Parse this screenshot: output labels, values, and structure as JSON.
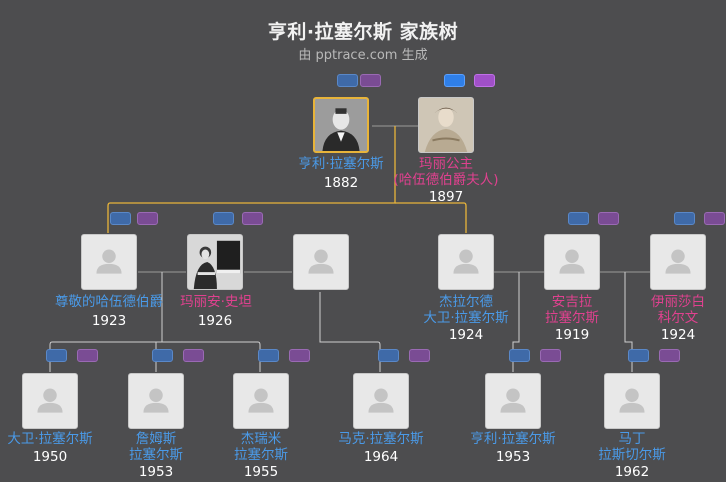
{
  "header": {
    "title": "亨利·拉塞尔斯 家族树",
    "subtitle": "由 pptrace.com 生成"
  },
  "people": [
    {
      "id": "p1",
      "name1": "亨利·拉塞尔斯",
      "name2": "",
      "year": "1882",
      "gender": "m"
    },
    {
      "id": "p2",
      "name1": "玛丽公主",
      "name2": "(哈伍德伯爵夫人)",
      "year": "1897",
      "gender": "f"
    },
    {
      "id": "p3",
      "name1": "尊敬的哈伍德伯爵",
      "name2": "",
      "year": "1923",
      "gender": "m"
    },
    {
      "id": "p4",
      "name1": "玛丽安·史坦",
      "name2": "",
      "year": "1926",
      "gender": "f"
    },
    {
      "id": "p5",
      "name1": "杰拉尔德",
      "name2": "大卫·拉塞尔斯",
      "year": "1924",
      "gender": "m"
    },
    {
      "id": "p6",
      "name1": "安吉拉",
      "name2": "拉塞尔斯",
      "year": "1919",
      "gender": "f"
    },
    {
      "id": "p7",
      "name1": "伊丽莎白",
      "name2": "科尔文",
      "year": "1924",
      "gender": "f"
    },
    {
      "id": "p8",
      "name1": "大卫·拉塞尔斯",
      "name2": "",
      "year": "1950",
      "gender": "m"
    },
    {
      "id": "p9",
      "name1": "詹姆斯",
      "name2": "拉塞尔斯",
      "year": "1953",
      "gender": "m"
    },
    {
      "id": "p10",
      "name1": "杰瑞米",
      "name2": "拉塞尔斯",
      "year": "1955",
      "gender": "m"
    },
    {
      "id": "p11",
      "name1": "马克·拉塞尔斯",
      "name2": "",
      "year": "1964",
      "gender": "m"
    },
    {
      "id": "p12",
      "name1": "亨利·拉塞尔斯",
      "name2": "",
      "year": "1953",
      "gender": "m"
    },
    {
      "id": "p13",
      "name1": "马丁",
      "name2": "拉斯切尔斯",
      "year": "1962",
      "gender": "m"
    }
  ]
}
